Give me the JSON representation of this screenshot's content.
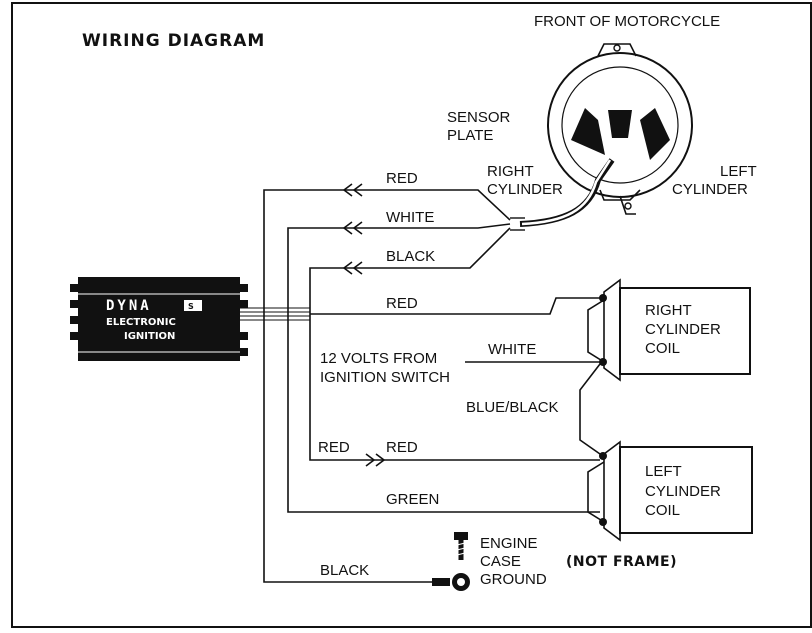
{
  "title": "WIRING DIAGRAM",
  "front_label": "FRONT OF MOTORCYCLE",
  "sensor_plate": [
    "SENSOR",
    "PLATE"
  ],
  "right_cylinder": [
    "RIGHT",
    "CYLINDER"
  ],
  "left_cylinder": [
    "LEFT",
    "CYLINDER"
  ],
  "module": {
    "brand": "DYNA",
    "badge": "S",
    "line1": "ELECTRONIC",
    "line2": "IGNITION"
  },
  "wires": {
    "red_top": "RED",
    "white_top": "WHITE",
    "black_top": "BLACK",
    "red_mid": "RED",
    "white_mid": "WHITE",
    "blue_black": "BLUE/BLACK",
    "red_left": "RED",
    "red_right": "RED",
    "green": "GREEN",
    "black_bottom": "BLACK"
  },
  "ignition_switch": [
    "12 VOLTS FROM",
    "IGNITION SWITCH"
  ],
  "right_coil": [
    "RIGHT",
    "CYLINDER",
    "COIL"
  ],
  "left_coil": [
    "LEFT",
    "CYLINDER",
    "COIL"
  ],
  "ground": [
    "ENGINE",
    "CASE",
    "GROUND"
  ],
  "not_frame": "(NOT FRAME)"
}
